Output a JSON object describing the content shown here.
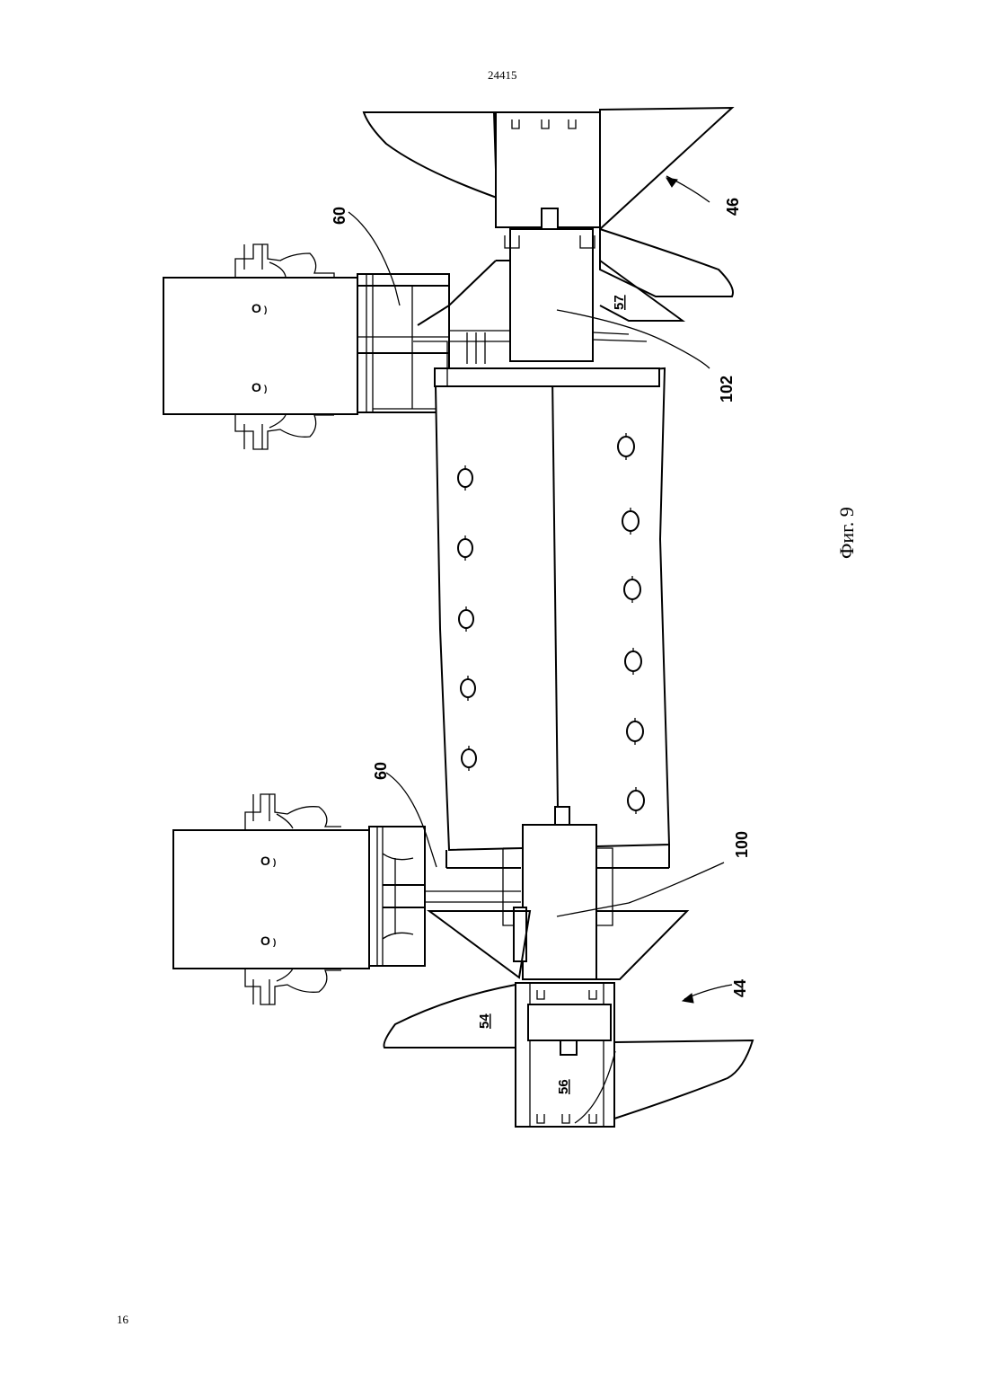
{
  "header": {
    "document_number": "24415"
  },
  "footer": {
    "page_number": "16"
  },
  "figure": {
    "caption": "Фиг. 9",
    "labels": {
      "l60_top": "60",
      "l60_bottom": "60",
      "l46": "46",
      "l44": "44",
      "l102": "102",
      "l100": "100",
      "l57": "57",
      "l54": "54",
      "l56": "56"
    }
  }
}
